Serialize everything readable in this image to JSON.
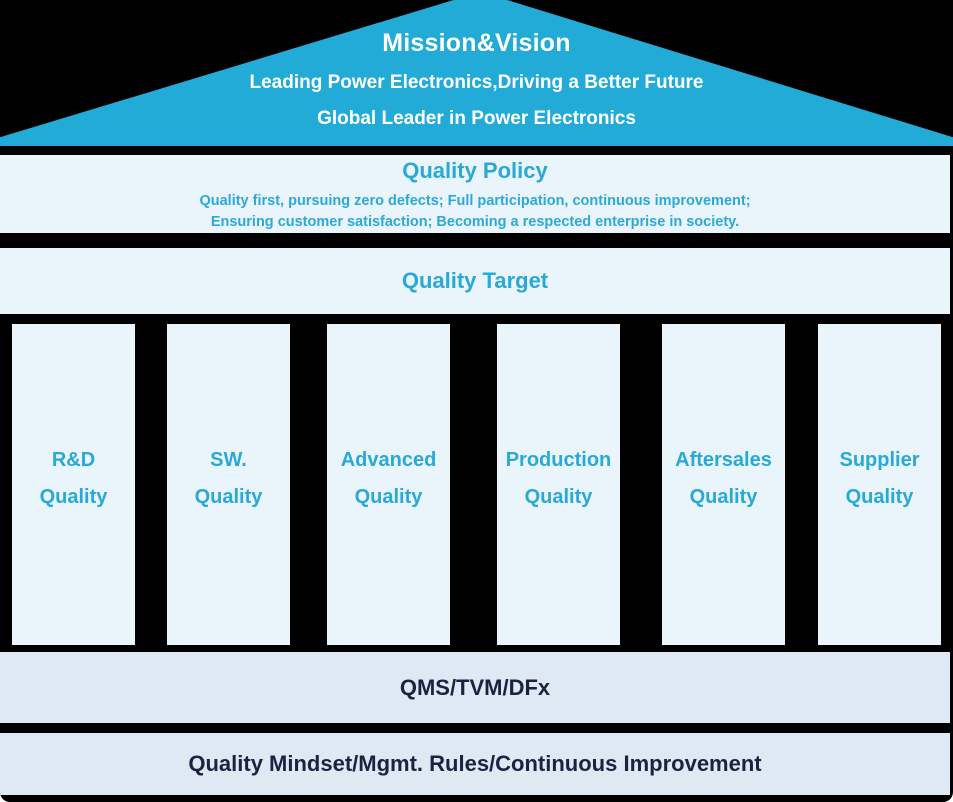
{
  "roof": {
    "title": "Mission&Vision",
    "subtitle1": "Leading Power Electronics,Driving a Better Future",
    "subtitle2": "Global Leader in Power Electronics"
  },
  "quality_policy": {
    "title": "Quality Policy",
    "line1": "Quality first, pursuing zero defects; Full participation, continuous improvement;",
    "line2": "Ensuring customer satisfaction; Becoming a respected enterprise in society."
  },
  "quality_target": {
    "title": "Quality Target"
  },
  "pillars": [
    {
      "line1": "R&D",
      "line2": "Quality"
    },
    {
      "line1": "SW.",
      "line2": "Quality"
    },
    {
      "line1": "Advanced",
      "line2": "Quality"
    },
    {
      "line1": "Production",
      "line2": "Quality"
    },
    {
      "line1": "Aftersales",
      "line2": "Quality"
    },
    {
      "line1": "Supplier",
      "line2": "Quality"
    }
  ],
  "qms_band": {
    "label": "QMS/TVM/DFx"
  },
  "foundation_band": {
    "label": "Quality Mindset/Mgmt. Rules/Continuous Improvement"
  },
  "colors": {
    "roof_fill": "#22ABD6",
    "roof_text": "#FFFFFF",
    "accent_text": "#29A9D6",
    "light_band": "#E9F4FB",
    "muted_band": "#DEE9F4",
    "navy_text": "#1B2342",
    "background": "#000000"
  }
}
